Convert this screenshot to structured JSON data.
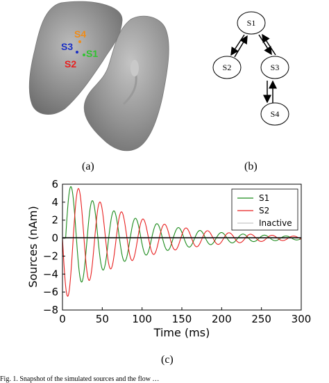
{
  "panel_a": {
    "caption": "(a)",
    "labels": [
      {
        "text": "S4",
        "color": "#f08c18"
      },
      {
        "text": "S3",
        "color": "#1a2fc4"
      },
      {
        "text": "S1",
        "color": "#2fc42f"
      },
      {
        "text": "S2",
        "color": "#e81f1f"
      }
    ]
  },
  "panel_b": {
    "caption": "(b)",
    "nodes": [
      "S1",
      "S2",
      "S3",
      "S4"
    ],
    "edges": [
      [
        "S1",
        "S2"
      ],
      [
        "S2",
        "S1"
      ],
      [
        "S1",
        "S3"
      ],
      [
        "S3",
        "S1"
      ],
      [
        "S3",
        "S4"
      ],
      [
        "S4",
        "S3"
      ]
    ]
  },
  "panel_c": {
    "caption": "(c)",
    "chart_data": {
      "type": "line",
      "xlabel": "Time (ms)",
      "ylabel": "Sources (nAm)",
      "xlim": [
        0,
        300
      ],
      "ylim": [
        -8,
        6
      ],
      "xticks": [
        "0",
        "50",
        "100",
        "150",
        "200",
        "250",
        "300"
      ],
      "yticks": [
        "6",
        "4",
        "2",
        "0",
        "−2",
        "−4",
        "−6",
        "−8"
      ],
      "grid": false,
      "legend_position": "top-right",
      "series": [
        {
          "name": "S1",
          "color": "#1a8a1a",
          "amplitude": 6.2,
          "frequency_hz": 37,
          "decay_ms": 85,
          "phase_ms": 4
        },
        {
          "name": "S2",
          "color": "#e81f1f",
          "amplitude": 7.0,
          "frequency_hz": 37,
          "decay_ms": 85,
          "phase_ms": 0
        },
        {
          "name": "Inactive",
          "color": "#c8c8c8",
          "values": "zero"
        }
      ]
    }
  },
  "footer_text": "Fig. 1.  Snapshot of the simulated sources and the flow …"
}
